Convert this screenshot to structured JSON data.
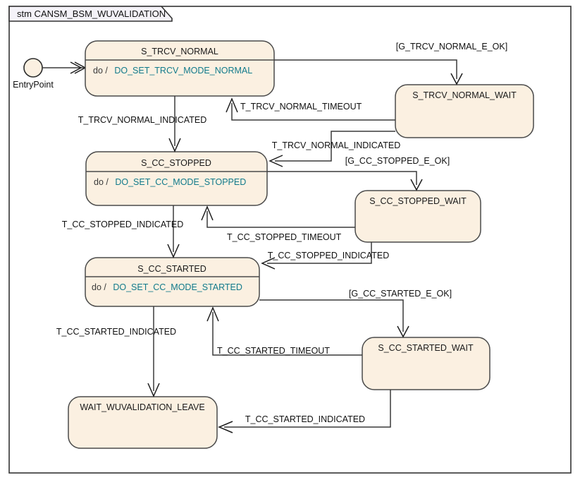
{
  "frame": {
    "kind": "stm",
    "title": "stm CANSM_BSM_WUVALIDATION",
    "name": "CANSM_BSM_WUVALIDATION"
  },
  "entry": {
    "label": "EntryPoint",
    "icon": "entry-point-circle"
  },
  "states": [
    {
      "id": "s-trcv-normal",
      "name": "S_TRCV_NORMAL",
      "do_keyword": "do /",
      "do_action": "DO_SET_TRCV_MODE_NORMAL",
      "has_compartment": true
    },
    {
      "id": "s-trcv-normal-wait",
      "name": "S_TRCV_NORMAL_WAIT",
      "do_keyword": "",
      "do_action": "",
      "has_compartment": false
    },
    {
      "id": "s-cc-stopped",
      "name": "S_CC_STOPPED",
      "do_keyword": "do /",
      "do_action": "DO_SET_CC_MODE_STOPPED",
      "has_compartment": true
    },
    {
      "id": "s-cc-stopped-wait",
      "name": "S_CC_STOPPED_WAIT",
      "do_keyword": "",
      "do_action": "",
      "has_compartment": false
    },
    {
      "id": "s-cc-started",
      "name": "S_CC_STARTED",
      "do_keyword": "do /",
      "do_action": "DO_SET_CC_MODE_STARTED",
      "has_compartment": true
    },
    {
      "id": "s-cc-started-wait",
      "name": "S_CC_STARTED_WAIT",
      "do_keyword": "",
      "do_action": "",
      "has_compartment": false
    },
    {
      "id": "wait-wuvalidation-leave",
      "name": "WAIT_WUVALIDATION_LEAVE",
      "do_keyword": "",
      "do_action": "",
      "has_compartment": false
    }
  ],
  "transitions": [
    {
      "id": "t0",
      "from": "EntryPoint",
      "to": "S_TRCV_NORMAL",
      "label": ""
    },
    {
      "id": "t1",
      "from": "S_TRCV_NORMAL",
      "to": "S_TRCV_NORMAL_WAIT",
      "label": "[G_TRCV_NORMAL_E_OK]"
    },
    {
      "id": "t2",
      "from": "S_TRCV_NORMAL_WAIT",
      "to": "S_TRCV_NORMAL",
      "label": "T_TRCV_NORMAL_TIMEOUT"
    },
    {
      "id": "t3",
      "from": "S_TRCV_NORMAL",
      "to": "S_CC_STOPPED",
      "label": "T_TRCV_NORMAL_INDICATED"
    },
    {
      "id": "t4",
      "from": "S_TRCV_NORMAL_WAIT",
      "to": "S_CC_STOPPED",
      "label": "T_TRCV_NORMAL_INDICATED"
    },
    {
      "id": "t5",
      "from": "S_CC_STOPPED",
      "to": "S_CC_STOPPED_WAIT",
      "label": "[G_CC_STOPPED_E_OK]"
    },
    {
      "id": "t6",
      "from": "S_CC_STOPPED_WAIT",
      "to": "S_CC_STOPPED",
      "label": "T_CC_STOPPED_TIMEOUT"
    },
    {
      "id": "t7",
      "from": "S_CC_STOPPED",
      "to": "S_CC_STARTED",
      "label": "T_CC_STOPPED_INDICATED"
    },
    {
      "id": "t8",
      "from": "S_CC_STOPPED_WAIT",
      "to": "S_CC_STARTED",
      "label": "T_CC_STOPPED_INDICATED"
    },
    {
      "id": "t9",
      "from": "S_CC_STARTED",
      "to": "S_CC_STARTED_WAIT",
      "label": "[G_CC_STARTED_E_OK]"
    },
    {
      "id": "t10",
      "from": "S_CC_STARTED_WAIT",
      "to": "S_CC_STARTED",
      "label": "T_CC_STARTED_TIMEOUT"
    },
    {
      "id": "t11",
      "from": "S_CC_STARTED",
      "to": "WAIT_WUVALIDATION_LEAVE",
      "label": "T_CC_STARTED_INDICATED"
    },
    {
      "id": "t12",
      "from": "S_CC_STARTED_WAIT",
      "to": "WAIT_WUVALIDATION_LEAVE",
      "label": "T_CC_STARTED_INDICATED"
    }
  ],
  "colors": {
    "state_fill": "#fbf0e1",
    "state_stroke": "#4a4a4a",
    "frame_tab_fill": "#f4f2f8",
    "do_action_text": "#117a8b",
    "edge_stroke": "#3a3a3a",
    "background": "#ffffff"
  }
}
